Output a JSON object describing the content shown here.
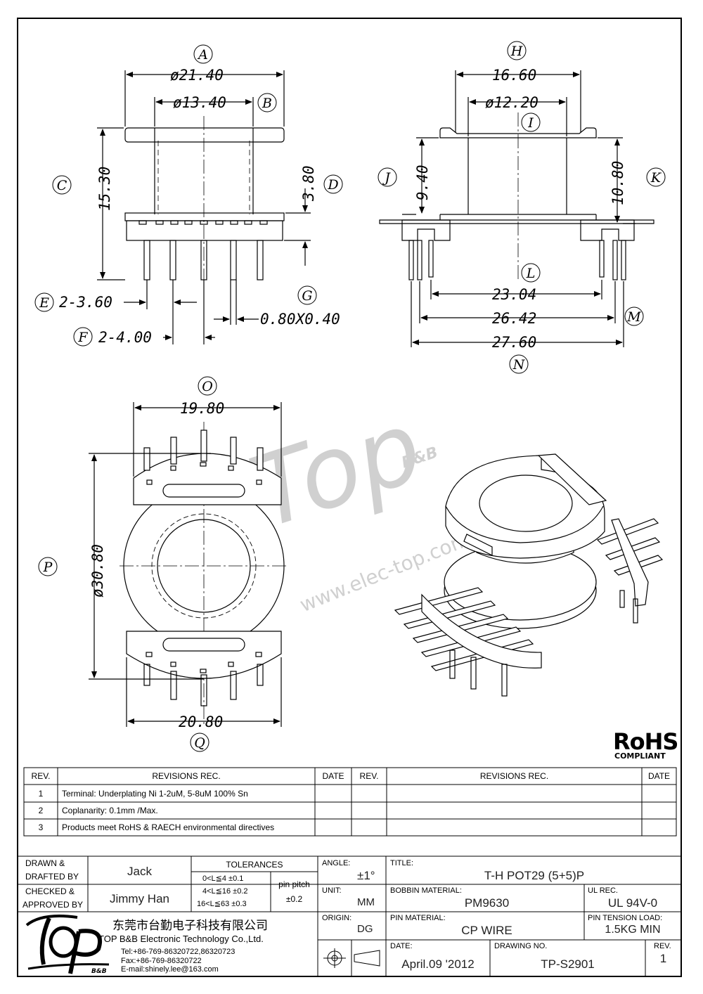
{
  "colors": {
    "line": "#000000",
    "watermark": "#c8c8c8"
  },
  "watermark": {
    "brand": "Top",
    "sub": "B&B",
    "url": "www.elec-top.com"
  },
  "drawing_labels": [
    "A",
    "B",
    "C",
    "D",
    "E",
    "F",
    "G",
    "H",
    "I",
    "J",
    "K",
    "L",
    "M",
    "N",
    "O",
    "P",
    "Q"
  ],
  "dimensions": {
    "A": "ø21.40",
    "B": "ø13.40",
    "C": "15.30",
    "D": "3.80",
    "E": "2-3.60",
    "F": "2-4.00",
    "G": "0.80X0.40",
    "H": "16.60",
    "I": "ø12.20",
    "J": "9.40",
    "K": "10.80",
    "L": "23.04",
    "M": "26.42",
    "N": "27.60",
    "O": "19.80",
    "P": "ø30.80",
    "Q": "20.80"
  },
  "rohs": {
    "mark": "RoHS",
    "sub": "COMPLIANT"
  },
  "revisions": {
    "headers": [
      "REV.",
      "REVISIONS   REC.",
      "DATE",
      "REV.",
      "REVISIONS   REC.",
      "DATE"
    ],
    "rows": [
      {
        "rev": "1",
        "text": "Terminal: Underplating Ni 1-2uM, 5-8uM 100% Sn",
        "date": ""
      },
      {
        "rev": "2",
        "text": "Coplanarity: 0.1mm /Max.",
        "date": ""
      },
      {
        "rev": "3",
        "text": "Products meet RoHS & RAECH environmental directives",
        "date": ""
      }
    ]
  },
  "title_block": {
    "drawn_label_1": "DRAWN &",
    "drawn_label_2": "DRAFTED BY",
    "drawn_by": "Jack",
    "checked_label_1": "CHECKED &",
    "checked_label_2": "APPROVED BY",
    "checked_by": "Jimmy Han",
    "tolerances_label": "TOLERANCES",
    "tol_rows": [
      "0<L≦4   ±0.1",
      "4<L≦16  ±0.2",
      "16<L≦63  ±0.3"
    ],
    "pin_pitch_label": "pin pitch",
    "pin_pitch_tol": "±0.2",
    "angle_label": "ANGLE:",
    "angle": "±1°",
    "unit_label": "UNIT:",
    "unit": "MM",
    "origin_label": "ORIGIN:",
    "origin": "DG",
    "title_label": "TITLE:",
    "title": "T-H POT29 (5+5)P",
    "bobbin_label": "BOBBIN MATERIAL:",
    "bobbin": "PM9630",
    "ul_label": "UL REC.",
    "ul": "UL 94V-0",
    "pin_material_label": "PIN MATERIAL:",
    "pin_material": "CP WIRE",
    "pin_tension_label": "PIN TENSION LOAD:",
    "pin_tension": "1.5KG   MIN",
    "date_label": "DATE:",
    "date": "April.09 '2012",
    "drawing_no_label": "DRAWING NO.",
    "drawing_no": "TP-S2901",
    "rev_label": "REV.",
    "rev": "1"
  },
  "company": {
    "name_cn": "东莞市台勤电子科技有限公司",
    "name_en": "TOP B&B Electronic Technology Co.,Ltd.",
    "tel": "Tel:+86-769-86320722,86320723",
    "fax": "Fax:+86-769-86320722",
    "email": "E-mail:shinely.lee@163.com",
    "logo_sub": "B&B"
  }
}
